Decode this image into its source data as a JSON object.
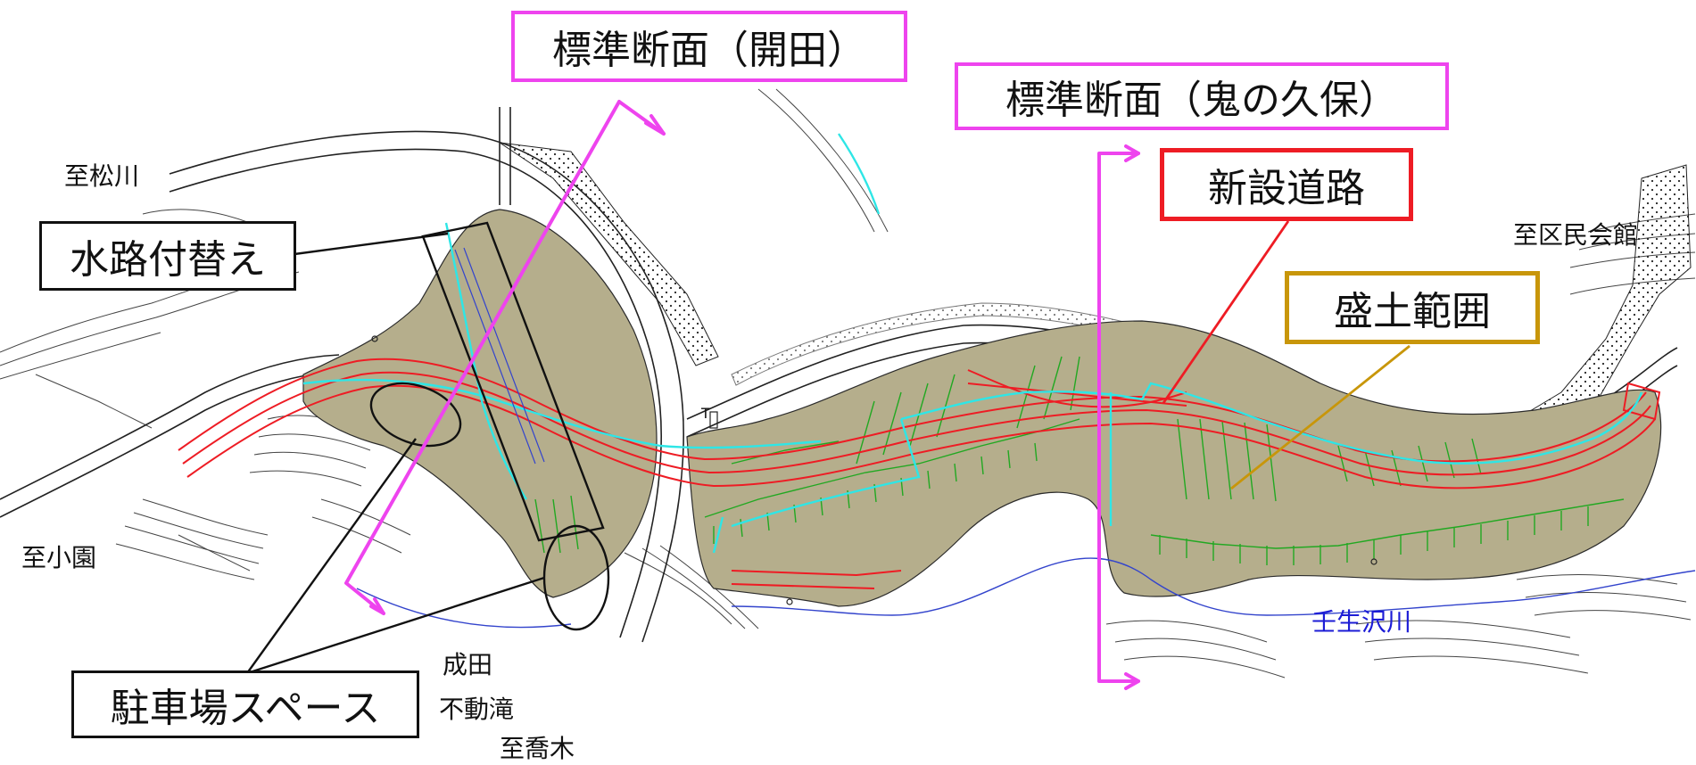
{
  "colors": {
    "fill_area": "#b5ae8c",
    "new_road": "#ee1c24",
    "waterway": "#2ee6e6",
    "standard_section_arrow": "#ee44ee",
    "fill_range_accent": "#c8960a",
    "new_road_box_border": "#ee1c24",
    "section_box_border": "#ee44ee",
    "river_text": "#1c1cd6",
    "slope_lines": "#22a822"
  },
  "labels": {
    "to_matsukawa": "至松川",
    "to_koen": "至小園",
    "to_kumin_kaikan": "至区民会館",
    "naruta_fudo_taki_line1": "成田",
    "naruta_fudo_taki_line2": "不動滝",
    "to_takagi": "至喬木",
    "river_name": "壬生沢川",
    "kakuda_marker": "T"
  },
  "callouts": {
    "standard_section_kaida": "標準断面（開田）",
    "standard_section_oninokubo": "標準断面（鬼の久保）",
    "new_road": "新設道路",
    "fill_range": "盛土範囲",
    "waterway_replacement": "水路付替え",
    "parking_space": "駐車場スペース"
  }
}
